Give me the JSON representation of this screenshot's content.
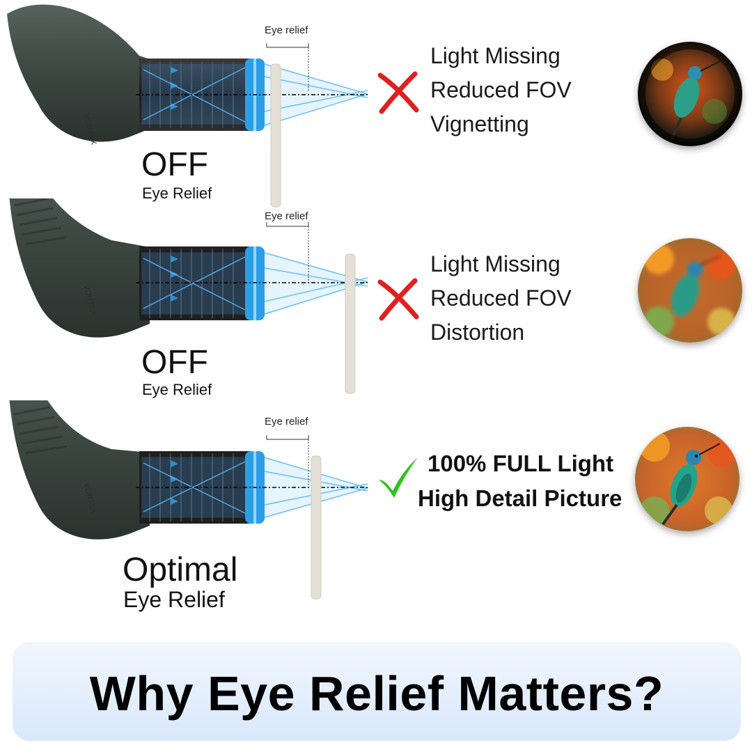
{
  "rows": [
    {
      "eye_relief_label": "Eye relief",
      "status_title": "OFF",
      "status_sub": "Eye Relief",
      "result": "bad",
      "notes": [
        "Light Missing",
        "Reduced FOV",
        "Vignetting"
      ],
      "preview": "vignetted-hummingbird"
    },
    {
      "eye_relief_label": "Eye relief",
      "status_title": "OFF",
      "status_sub": "Eye Relief",
      "result": "bad",
      "notes": [
        "Light Missing",
        "Reduced FOV",
        "Distortion"
      ],
      "preview": "blurred-hummingbird"
    },
    {
      "eye_relief_label": "Eye relief",
      "status_title": "Optimal",
      "status_sub": "Eye Relief",
      "result": "good",
      "notes": [
        "100% FULL Light",
        "High Detail Picture"
      ],
      "preview": "sharp-hummingbird"
    }
  ],
  "brand_engraving": "VORTEX",
  "icons": {
    "bad": "red-x-icon",
    "good": "green-check-icon"
  },
  "colors": {
    "bad": "#e02020",
    "good": "#2ec41a",
    "lens": "#2b9fe6",
    "scope_body": "#3f4a45"
  },
  "banner": {
    "title": "Why Eye Relief Matters?"
  }
}
